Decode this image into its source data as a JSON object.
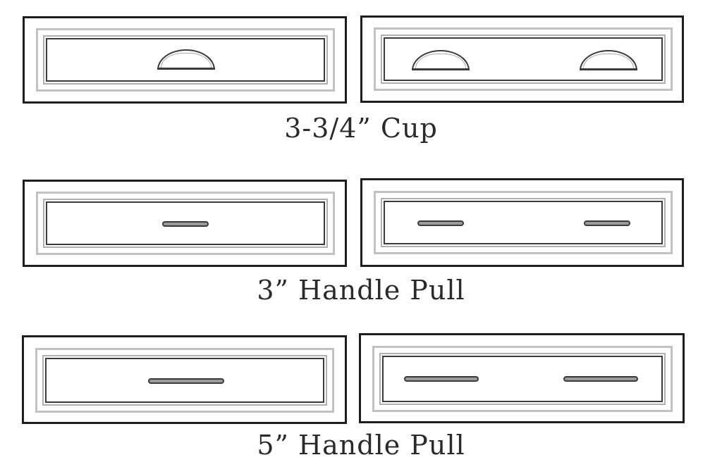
{
  "captions": {
    "cup": "3-3/4” Cup",
    "handle3": "3” Handle Pull",
    "handle5": "5” Handle Pull"
  },
  "rows": [
    {
      "hardware": "cup",
      "size": "3-3/4\"",
      "left_drawer_pulls": 1,
      "right_drawer_pulls": 2
    },
    {
      "hardware": "handle-pull",
      "size": "3\"",
      "left_drawer_pulls": 1,
      "right_drawer_pulls": 2
    },
    {
      "hardware": "handle-pull",
      "size": "5\"",
      "left_drawer_pulls": 1,
      "right_drawer_pulls": 2
    }
  ],
  "colors": {
    "outline": "#1e1e1e",
    "bevel": "#c2c2c2",
    "text": "#2a2a2a",
    "background": "#ffffff"
  }
}
